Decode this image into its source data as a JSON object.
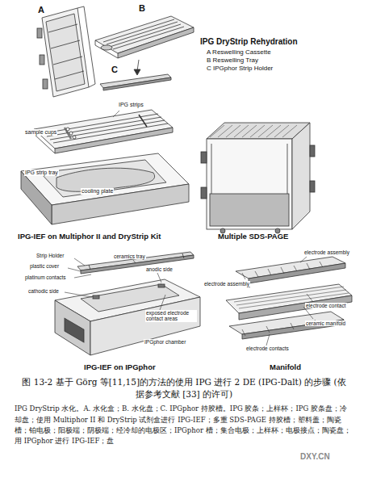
{
  "diagram": {
    "caption": "图 13-2 基于 Görg 等[11,15]的方法的使用 IPG 进行 2 DE (IPG-Dalt) 的步骤 (依据参考文献 [33] 的许可)",
    "labels": [
      "A",
      "B",
      "C",
      "IPG DryStrip Rehydration",
      "A Reswelling Cassette",
      "B Reswelling Tray",
      "C IPGphor Strip Holder",
      "IPG strips",
      "sample cups",
      "IPG strip tray",
      "cooling plate",
      "IPG-IEF on Multiphor II and DryStrip Kit",
      "Multiple SDS-PAGE",
      "Strip Holder",
      "plastic cover",
      "ceramics tray",
      "platinum contacts",
      "anodic side",
      "cathodic side",
      "exposed electrode contact areas",
      "IPGphor chamber",
      "IPG-IEF on IPGphor",
      "electrode assembly",
      "electrode assembly",
      "electrode contact",
      "ceramic manifold",
      "electrode contacts",
      "Manifold",
      "IPG DryStrip 水化。A. 水化盒；B. 水化盘；C. IPGphor 持胶槽。IPG 胶条；上样杯；IPG 胶条盘；冷却盘；使用 Multiphor II 和 DryStrip 试剂盒进行 IPG-IEF；多重 SDS-PAGE 持胶槽；塑料盖；陶瓷槽；铂电极；阳极端；阴极端；经冷却的电极区；IPGphor 槽；集合电极；上样杯；电极接点；陶瓷盘；用 IPGphor 进行 IPG-IEF；盘",
      "DXY.CN"
    ]
  }
}
